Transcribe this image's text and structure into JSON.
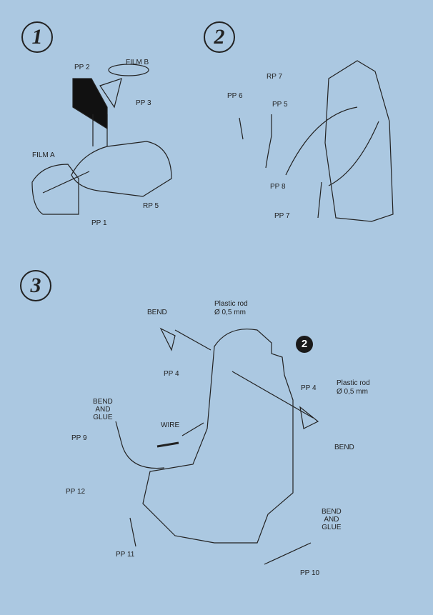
{
  "steps": [
    "1",
    "2",
    "3"
  ],
  "step1": {
    "pp2": "PP 2",
    "film_b": "FILM B",
    "pp3": "PP 3",
    "film_a": "FILM A",
    "rp5": "RP 5",
    "pp1": "PP 1"
  },
  "step2": {
    "rp7_top": "RP 7",
    "pp6": "PP 6",
    "pp5": "PP 5",
    "pp8": "PP 8",
    "pp7": "PP 7"
  },
  "step3": {
    "bend_left": "BEND",
    "rod_left_1": "Plastic rod",
    "rod_left_2": "Ø 0,5 mm",
    "badge": "2",
    "pp4_left": "PP 4",
    "pp4_right": "PP 4",
    "rod_right_1": "Plastic rod",
    "rod_right_2": "Ø 0,5 mm",
    "bend_right": "BEND",
    "bend_glue_left": "BEND\nAND\nGLUE",
    "pp9": "PP 9",
    "wire": "WIRE",
    "pp12": "PP 12",
    "pp11": "PP 11",
    "bend_glue_right": "BEND\nAND\nGLUE",
    "pp10": "PP 10"
  }
}
